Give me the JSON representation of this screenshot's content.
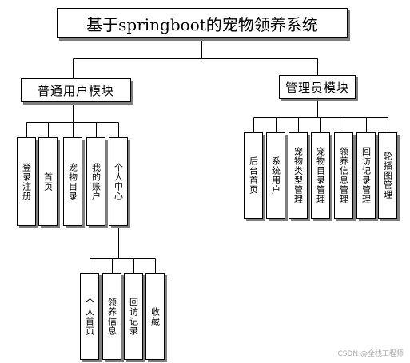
{
  "title": "基于springboot的宠物领养系统",
  "modules": {
    "user": {
      "label": "普通用户模块",
      "items": [
        "登录注册",
        "首页",
        "宠物目录",
        "我的账户",
        "个人中心"
      ]
    },
    "personal_center": {
      "items": [
        "个人首页",
        "领养信息",
        "回访记录",
        "收藏"
      ]
    },
    "admin": {
      "label": "管理员模块",
      "items": [
        "后台首页",
        "系统用户",
        "宠物类型管理",
        "宠物目录管理",
        "领养信息管理",
        "回访记录管理",
        "轮播图管理"
      ]
    }
  },
  "watermark": "CSDN @全栈工程师"
}
